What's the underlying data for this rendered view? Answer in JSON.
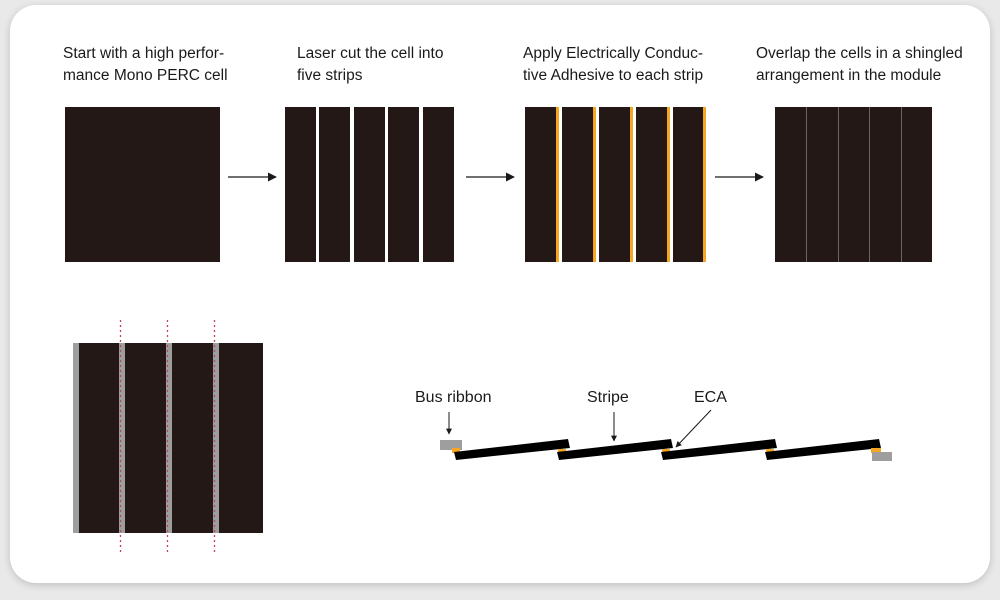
{
  "steps": [
    {
      "caption": "Start with a high perfor-\nmance Mono PERC cell"
    },
    {
      "caption": "Laser cut the cell into\nfive strips"
    },
    {
      "caption": "Apply Electrically Conduc-\ntive Adhesive to each strip"
    },
    {
      "caption": "Overlap the cells in a shingled\narrangement in the module"
    }
  ],
  "cross_section": {
    "labels": {
      "bus_ribbon": "Bus ribbon",
      "stripe": "Stripe",
      "eca": "ECA"
    }
  },
  "colors": {
    "cell": "#231815",
    "adhesive": "#f5a623",
    "ribbon": "#9e9e9e",
    "cut_line": "#c0435a",
    "arrow": "#1a1a1a"
  }
}
